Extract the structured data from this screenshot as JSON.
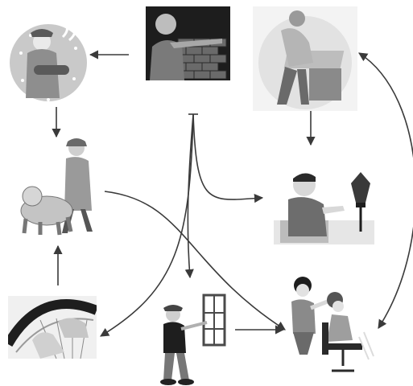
{
  "diagram": {
    "nodes": [
      {
        "id": "bricklayer",
        "icon": "bricklayer-illustration"
      },
      {
        "id": "carpenter",
        "icon": "carpenter-illustration"
      },
      {
        "id": "baker",
        "icon": "baker-illustration"
      },
      {
        "id": "dog-walker",
        "icon": "dog-walker-illustration"
      },
      {
        "id": "electrician",
        "icon": "lamp-repair-illustration"
      },
      {
        "id": "bicycle-repair",
        "icon": "bicycle-wheel-repair-illustration"
      },
      {
        "id": "window-fitter",
        "icon": "window-fitter-illustration"
      },
      {
        "id": "hairdresser",
        "icon": "hairdresser-illustration"
      }
    ],
    "arrows": [
      {
        "from": "bricklayer",
        "to": "baker"
      },
      {
        "from": "baker",
        "to": "dog-walker"
      },
      {
        "from": "bicycle-repair",
        "to": "dog-walker"
      },
      {
        "from": "carpenter",
        "to": "electrician"
      },
      {
        "from": "carpenter",
        "to": "hairdresser"
      },
      {
        "from": "hairdresser",
        "to": "carpenter"
      },
      {
        "from": "dog-walker",
        "to": "hairdresser"
      },
      {
        "from": "window-fitter",
        "to": "hairdresser"
      },
      {
        "from": "center-top",
        "to": "window-fitter"
      },
      {
        "from": "center-top",
        "to": "bicycle-repair"
      },
      {
        "from": "center-top",
        "to": "electrician"
      }
    ],
    "colors": {
      "line": "#3a3a3a",
      "background": "#ffffff"
    }
  }
}
